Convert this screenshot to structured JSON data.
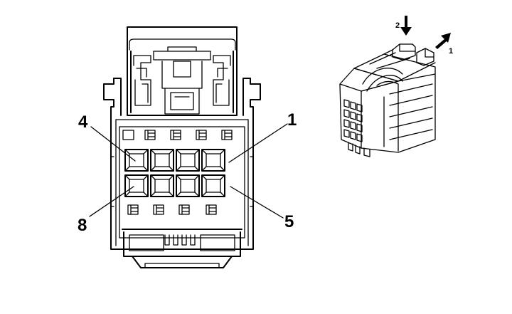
{
  "figure": {
    "front_view": {
      "pin_labels": {
        "top_left": "4",
        "top_right": "1",
        "bottom_left": "8",
        "bottom_right": "5"
      },
      "cavity_rows": 2,
      "cavities_per_row": 4
    },
    "iso_view": {
      "arrow_labels": {
        "press": "2",
        "pull": "1"
      }
    }
  }
}
